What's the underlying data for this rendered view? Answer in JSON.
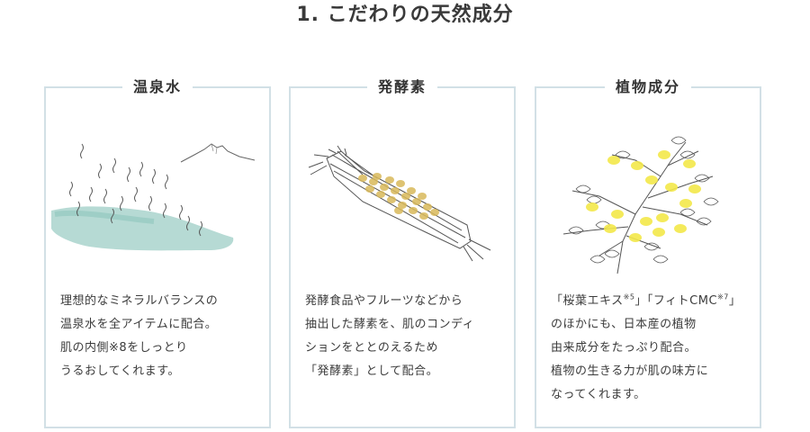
{
  "section": {
    "title": "1. こだわりの天然成分"
  },
  "cards": [
    {
      "title": "温泉水",
      "icon": "hot-spring-illustration",
      "lines": [
        "理想的なミネラルバランスの",
        "温泉水を全アイテムに配合。",
        "肌の内側※8をしっとり",
        "うるおしてくれます。"
      ]
    },
    {
      "title": "発酵素",
      "icon": "fermented-soybean-illustration",
      "lines": [
        "発酵食品やフルーツなどから",
        "抽出した酵素を、肌のコンディ",
        "ションをととのえるため",
        "「発酵素」として配合。"
      ]
    },
    {
      "title": "植物成分",
      "icon": "lemon-tree-illustration",
      "line1_a": "「桜葉エキス",
      "line1_sup1": "※5",
      "line1_b": "」「フィトCMC",
      "line1_sup2": "※7",
      "line1_c": "」",
      "lines": [
        "のほかにも、日本産の植物",
        "由来成分をたっぷり配合。",
        "植物の生きる力が肌の味方に",
        "なってくれます。"
      ]
    }
  ],
  "colors": {
    "border": "#d2e0e6",
    "water": "#a9d4cc",
    "lemon": "#f3e84a",
    "soy": "#d9b95a"
  }
}
